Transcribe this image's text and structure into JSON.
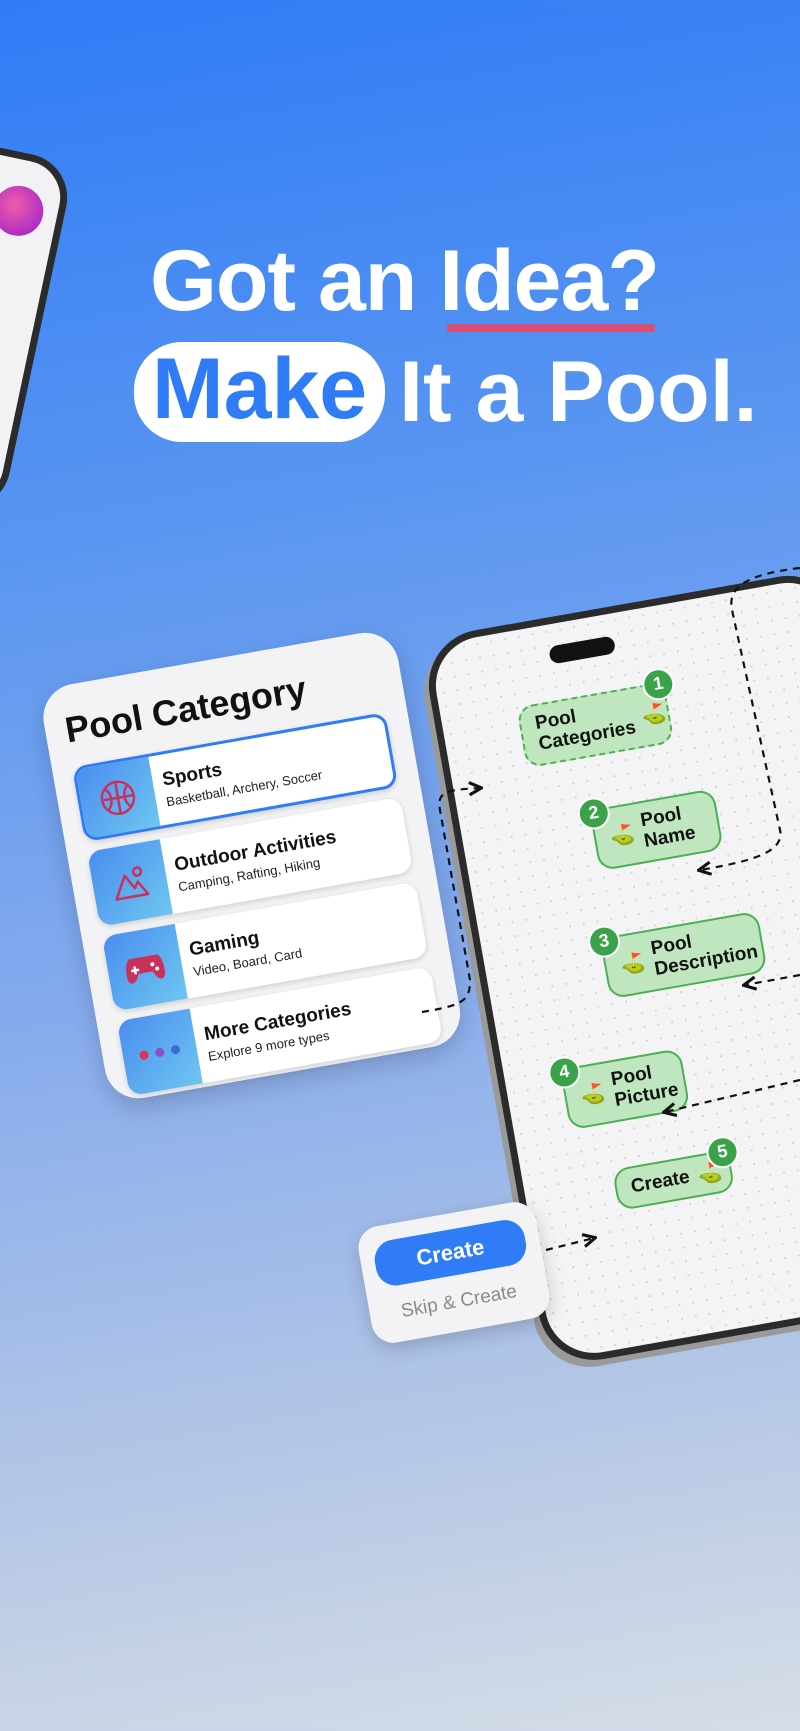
{
  "headline": {
    "line1_prefix": "Got an",
    "line1_highlight": "Idea?",
    "line2_pill": "Make",
    "line2_rest": "It a Pool."
  },
  "category_card": {
    "title": "Pool Category",
    "items": [
      {
        "name": "Sports",
        "sub": "Basketball, Archery, Soccer",
        "icon": "basketball-icon",
        "selected": true
      },
      {
        "name": "Outdoor Activities",
        "sub": "Camping, Rafting, Hiking",
        "icon": "mountain-icon",
        "selected": false
      },
      {
        "name": "Gaming",
        "sub": "Video, Board, Card",
        "icon": "gamepad-icon",
        "selected": false
      },
      {
        "name": "More Categories",
        "sub": "Explore 9 more types",
        "icon": "more-dots-icon",
        "selected": false
      }
    ]
  },
  "flow_steps": [
    {
      "number": "1",
      "label": "Pool Categories",
      "icon": "golf-flag-icon"
    },
    {
      "number": "2",
      "label": "Pool Name",
      "icon": "golf-flag-icon"
    },
    {
      "number": "3",
      "label": "Pool Description",
      "icon": "golf-flag-icon"
    },
    {
      "number": "4",
      "label": "Pool Picture",
      "icon": "golf-flag-icon"
    },
    {
      "number": "5",
      "label": "Create",
      "icon": "golf-flag-icon"
    }
  ],
  "create_card": {
    "button_label": "Create",
    "skip_label": "Skip & Create"
  },
  "colors": {
    "accent": "#2f7cf6",
    "step_fill": "#bfe6bf",
    "step_border": "#4caf50",
    "underline": "#d94f73"
  }
}
